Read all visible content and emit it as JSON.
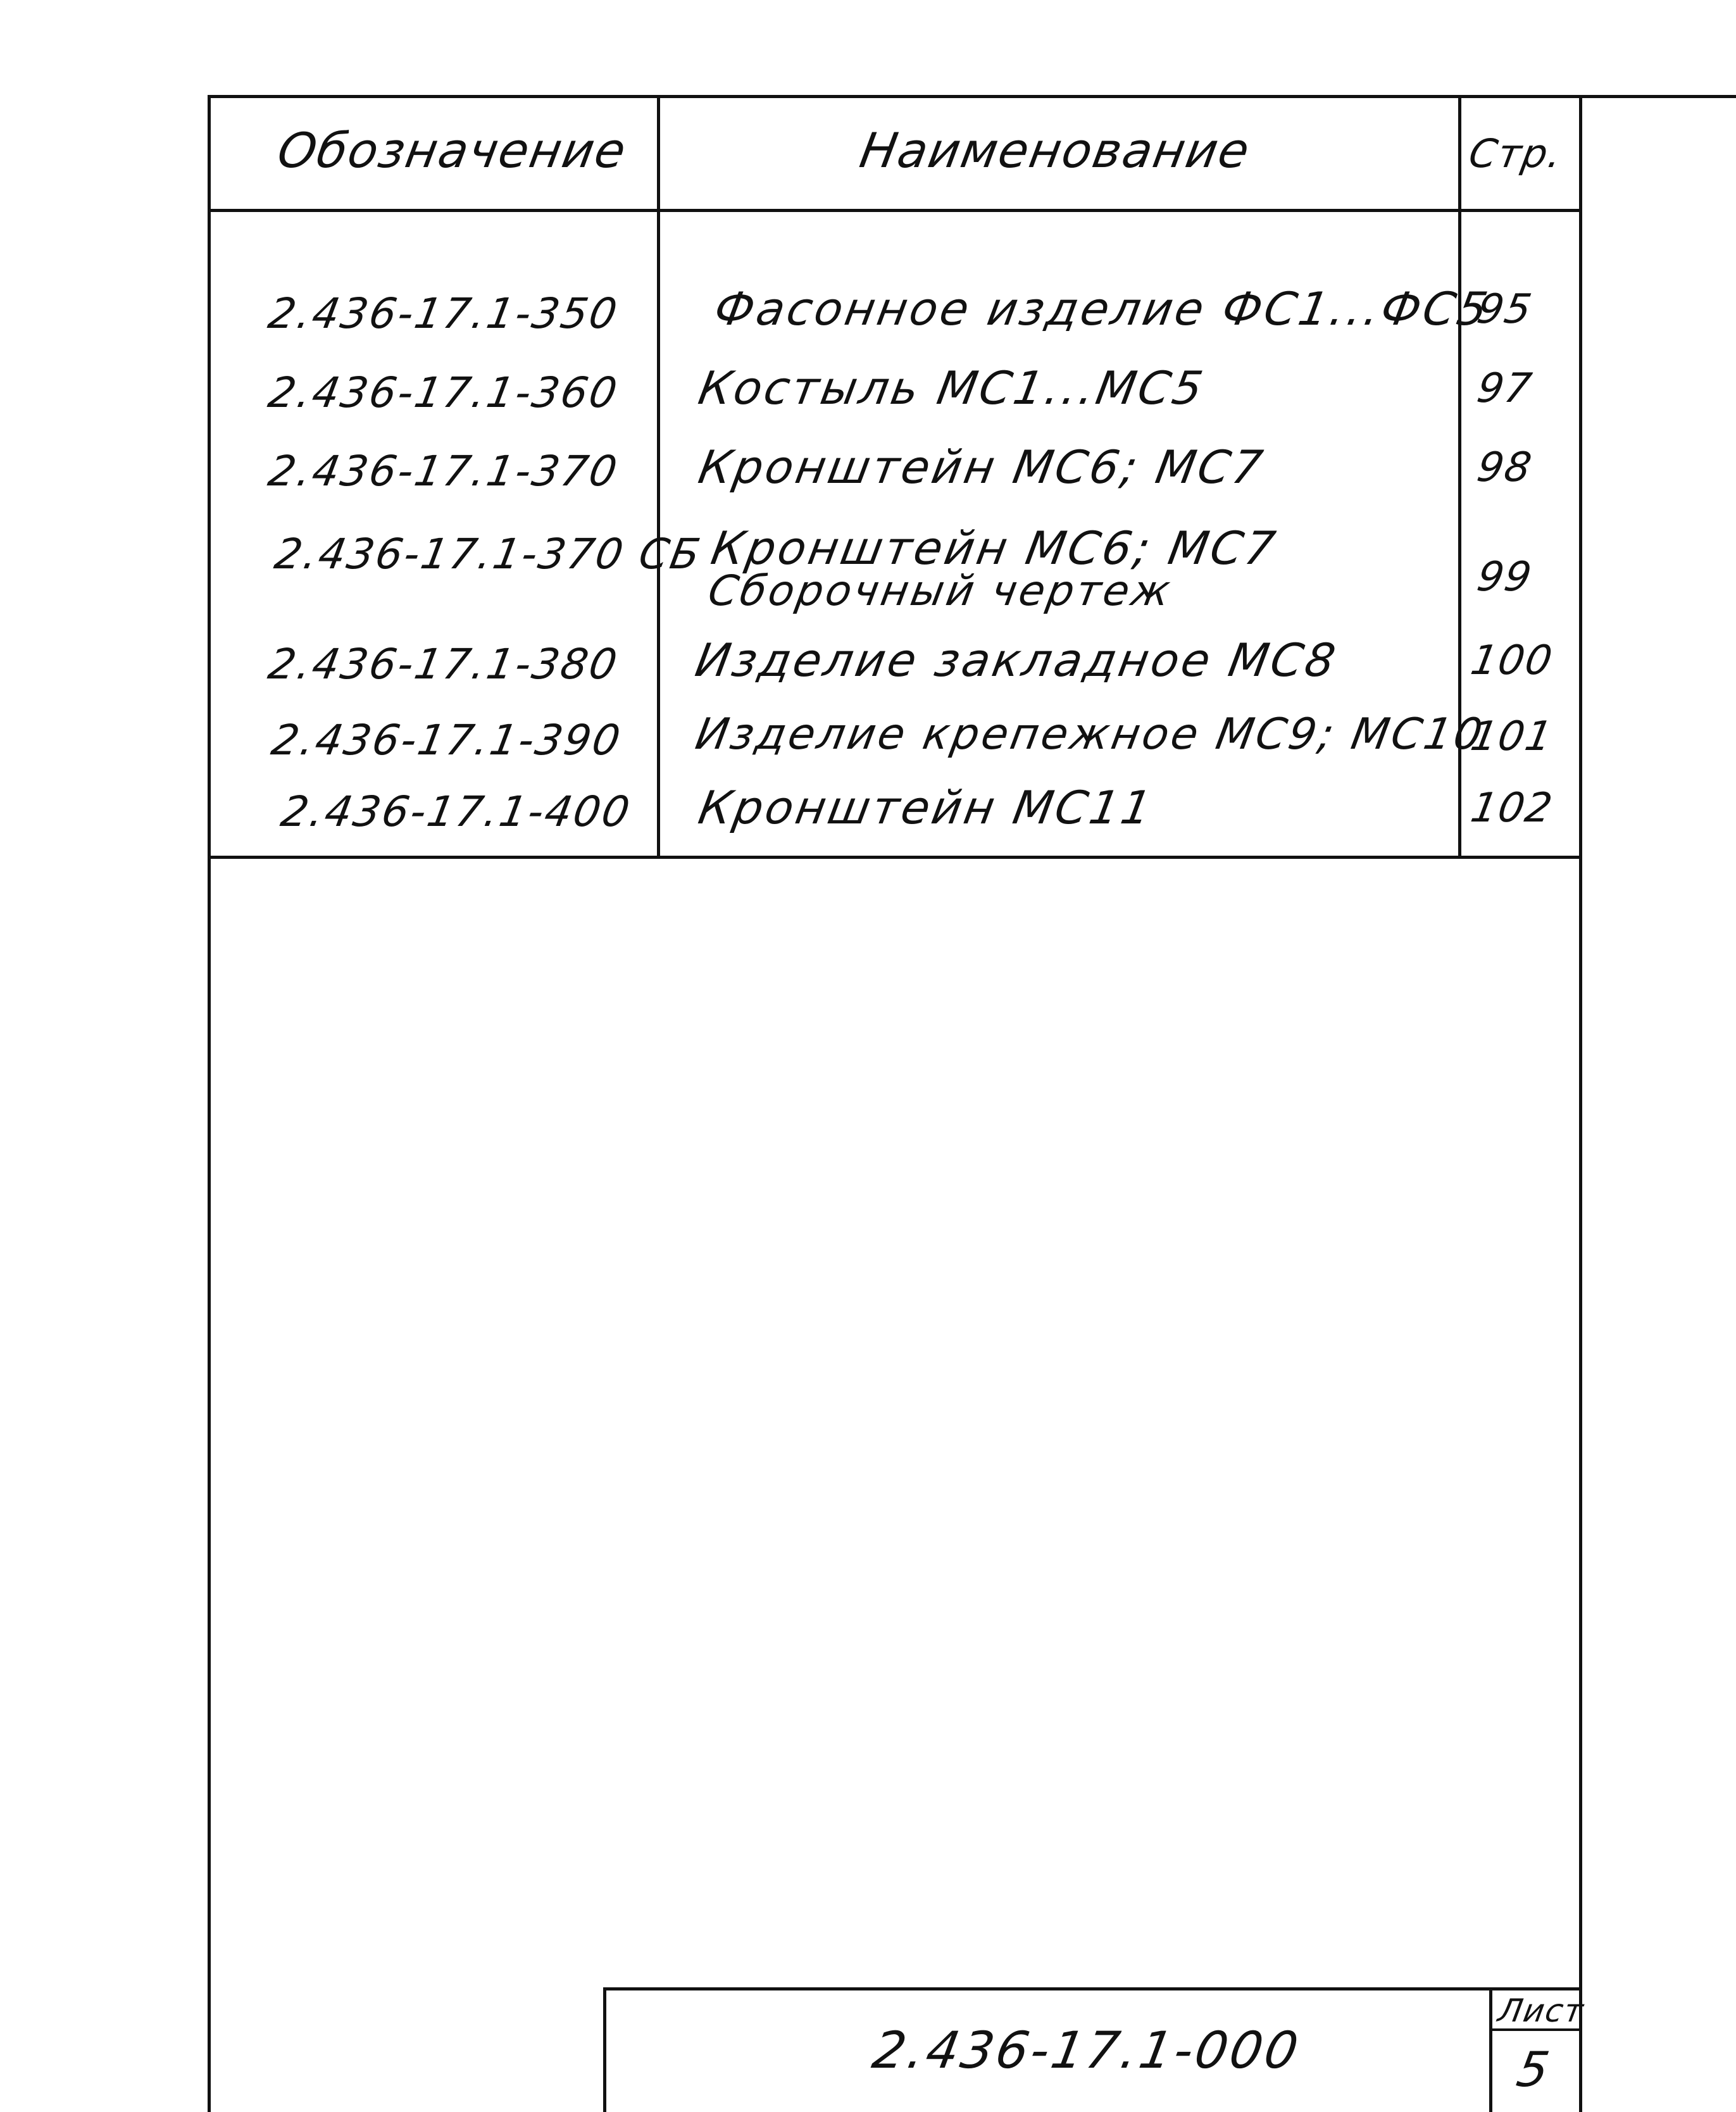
{
  "table": {
    "headers": {
      "designation": "Обозначение",
      "name": "Наименование",
      "page": "Стр."
    },
    "rows": [
      {
        "code": "2.436-17.1-350",
        "name": "Фасонное изделие ФС1...ФС5",
        "page": "95"
      },
      {
        "code": "2.436-17.1-360",
        "name": "Костыль МС1...МС5",
        "page": "97"
      },
      {
        "code": "2.436-17.1-370",
        "name": "Кронштейн МС6; МС7",
        "page": "98"
      },
      {
        "code": "2.436-17.1-370 СБ",
        "name": "Кронштейн МС6; МС7",
        "name_line2": "Сборочный чертеж",
        "page": "99"
      },
      {
        "code": "2.436-17.1-380",
        "name": "Изделие закладное МС8",
        "page": "100"
      },
      {
        "code": "2.436-17.1-390",
        "name": "Изделие крепежное МС9; МС10",
        "page": "101"
      },
      {
        "code": "2.436-17.1-400",
        "name": "Кронштейн МС11",
        "page": "102"
      }
    ]
  },
  "stamp": {
    "document_code": "2.436-17.1-000",
    "sheet_label": "Лист",
    "sheet_number": "5"
  }
}
